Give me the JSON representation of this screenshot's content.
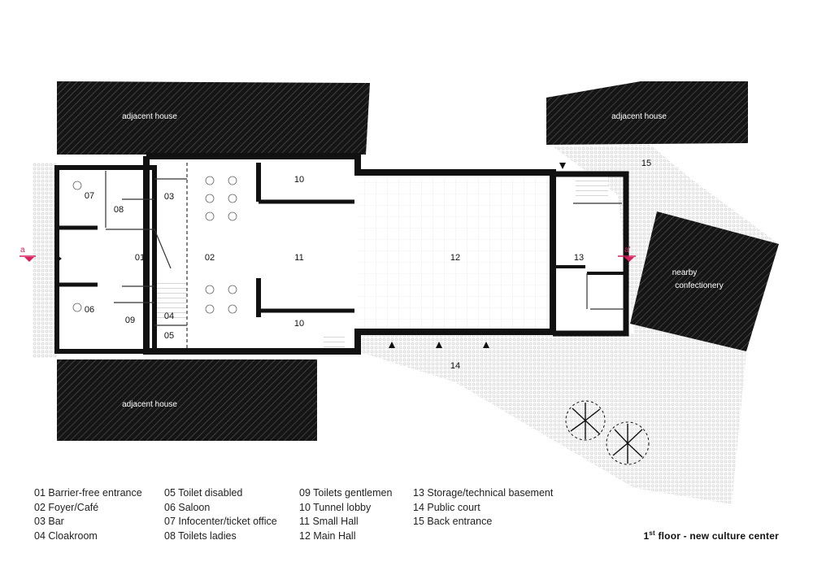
{
  "plan": {
    "buildings": {
      "adjacent_house_top_left": "adjacent house",
      "adjacent_house_top_right": "adjacent house",
      "adjacent_house_bottom": "adjacent house",
      "nearby_confectionery_line1": "nearby",
      "nearby_confectionery_line2": "confectionery"
    },
    "section_marks": {
      "left": "a",
      "right": "a'"
    },
    "rooms": [
      "01",
      "02",
      "03",
      "04",
      "05",
      "06",
      "07",
      "08",
      "09",
      "10",
      "10",
      "11",
      "12",
      "13",
      "14",
      "15"
    ]
  },
  "legend": {
    "col1": [
      "01 Barrier-free entrance",
      "02 Foyer/Café",
      "03 Bar",
      "04 Cloakroom"
    ],
    "col2": [
      "05 Toilet disabled",
      "06 Saloon",
      "07 Infocenter/ticket office",
      "08 Toilets ladies"
    ],
    "col3": [
      "09 Toilets gentlemen",
      "10 Tunnel lobby",
      "11 Small Hall",
      "12 Main Hall"
    ],
    "col4": [
      "13 Storage/technical basement",
      "14 Public court",
      "15 Back entrance"
    ]
  },
  "caption": {
    "main": "1",
    "sup": "st",
    "rest": " floor - new culture center"
  },
  "colors": {
    "accent": "#d8215c",
    "walls": "#111111",
    "paper": "#ffffff"
  }
}
